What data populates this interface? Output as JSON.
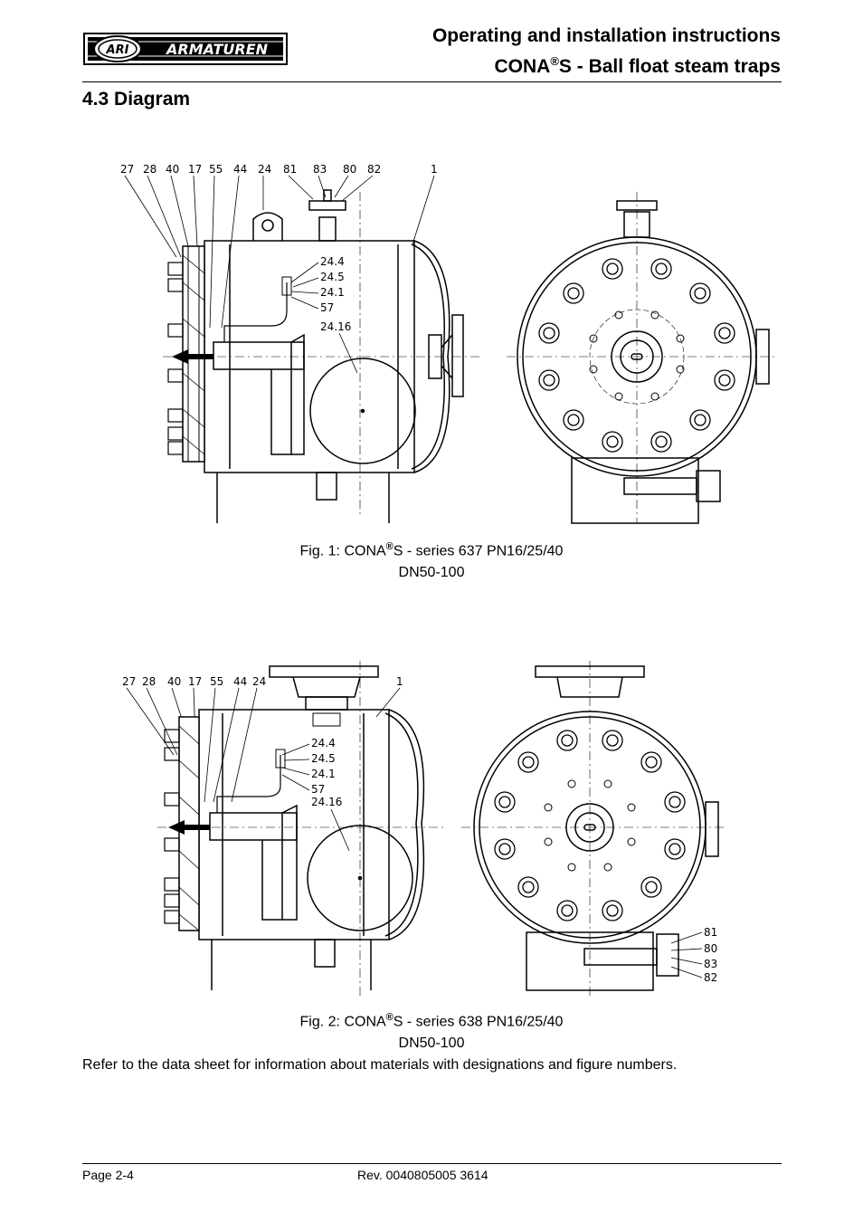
{
  "header": {
    "logo_text": "ARMATUREN",
    "logo_mark": "ARI",
    "title_line1": "Operating and installation instructions",
    "title_line2_pre": "CONA",
    "title_line2_sup": "®",
    "title_line2_post": "S - Ball float steam traps"
  },
  "section": {
    "heading": "4.3  Diagram"
  },
  "figure1": {
    "caption_pre": "Fig. 1: CONA",
    "caption_sup": "®",
    "caption_post": "S - series 637 PN16/25/40",
    "caption_line2": "DN50-100",
    "top_labels": [
      "27",
      "28",
      "40",
      "17",
      "55",
      "44",
      "24",
      "81",
      "83",
      "80",
      "82",
      "1"
    ],
    "inner_labels": [
      "24.4",
      "24.5",
      "24.1",
      "57",
      "24.16"
    ]
  },
  "figure2": {
    "caption_pre": "Fig. 2: CONA",
    "caption_sup": "®",
    "caption_post": "S - series 638 PN16/25/40",
    "caption_line2": "DN50-100",
    "top_labels": [
      "27",
      "28",
      "40",
      "17",
      "55",
      "44",
      "24",
      "1"
    ],
    "inner_labels": [
      "24.4",
      "24.5",
      "24.1",
      "57",
      "24.16"
    ],
    "side_labels": [
      "81",
      "80",
      "83",
      "82"
    ]
  },
  "note": "Refer to the data sheet for information about materials with designations and figure numbers.",
  "footer": {
    "page": "Page 2-4",
    "revision": "Rev. 0040805005 3614"
  }
}
